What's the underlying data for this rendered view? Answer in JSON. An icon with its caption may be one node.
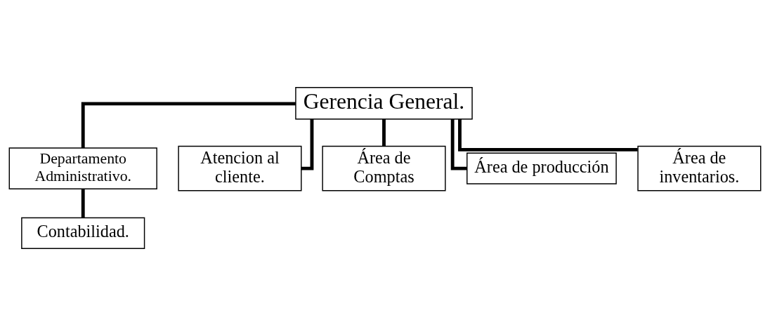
{
  "diagram": {
    "nodes": [
      {
        "text": [
          "Gerencia General."
        ]
      },
      {
        "text": [
          "Departamento Administrativo."
        ]
      },
      {
        "text": [
          "Contabilidad."
        ]
      },
      {
        "text": [
          "Atencion al cliente."
        ]
      },
      {
        "text": [
          "Área de Comptas"
        ]
      },
      {
        "text": [
          "Área de producción"
        ]
      },
      {
        "text": [
          "Área de inventarios."
        ]
      }
    ],
    "edges": [
      {
        "from": 0,
        "to": 1,
        "arrow": "none"
      },
      {
        "from": 1,
        "to": 2,
        "arrow": "none"
      },
      {
        "from": 0,
        "to": 3,
        "arrow": "none"
      },
      {
        "from": 0,
        "to": 4,
        "arrow": "none"
      },
      {
        "from": 0,
        "to": 5,
        "arrow": "none"
      },
      {
        "from": 0,
        "to": 6,
        "arrow": "none"
      }
    ]
  }
}
